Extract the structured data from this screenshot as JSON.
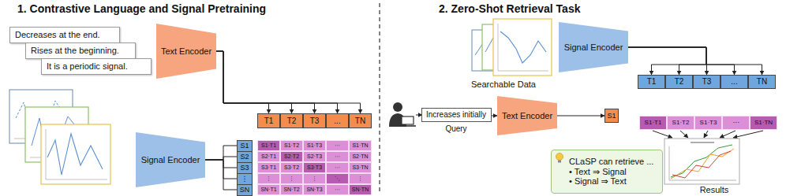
{
  "diagram": {
    "nodes": [
      {
        "text": [
          "Decreases at the end."
        ]
      },
      {
        "text": [
          "Rises at the beginning."
        ]
      },
      {
        "text": [
          "It is a periodic signal."
        ]
      },
      {
        "text": [
          "Text Encoder"
        ]
      },
      {
        "text": [
          "T1"
        ]
      },
      {
        "text": [
          "T2"
        ]
      },
      {
        "text": [
          "T3"
        ]
      },
      {
        "text": [
          "..."
        ]
      },
      {
        "text": [
          "TN"
        ]
      },
      {
        "text": [
          "Signal Encoder"
        ]
      },
      {
        "text": [
          "S1"
        ]
      },
      {
        "text": [
          "S2"
        ]
      },
      {
        "text": [
          "S3"
        ]
      },
      {
        "text": [
          "⋮"
        ]
      },
      {
        "text": [
          "SN"
        ]
      },
      {
        "text": [
          "Signal Encoder"
        ]
      },
      {
        "text": [
          "T1"
        ]
      },
      {
        "text": [
          "T2"
        ]
      },
      {
        "text": [
          "T3"
        ]
      },
      {
        "text": [
          "..."
        ]
      },
      {
        "text": [
          "TN"
        ]
      },
      {
        "text": [
          "Increases initially"
        ]
      },
      {
        "text": [
          "Text Encoder"
        ]
      },
      {
        "text": [
          "S1"
        ]
      },
      {
        "text": [
          "CLaSP can retrieve ...",
          "• Text ⇒ Signal",
          "• Signal ⇒ Text"
        ]
      }
    ],
    "edges": [
      {
        "from": 3,
        "to": 4,
        "arrow": "to"
      },
      {
        "from": 3,
        "to": 5,
        "arrow": "to"
      },
      {
        "from": 3,
        "to": 6,
        "arrow": "to"
      },
      {
        "from": 3,
        "to": 7,
        "arrow": "to"
      },
      {
        "from": 3,
        "to": 8,
        "arrow": "to"
      },
      {
        "from": 9,
        "to": 10,
        "arrow": "none"
      },
      {
        "from": 9,
        "to": 11,
        "arrow": "none"
      },
      {
        "from": 9,
        "to": 12,
        "arrow": "none"
      },
      {
        "from": 9,
        "to": 13,
        "arrow": "none"
      },
      {
        "from": 9,
        "to": 14,
        "arrow": "none"
      },
      {
        "from": 15,
        "to": 16,
        "arrow": "to"
      },
      {
        "from": 15,
        "to": 17,
        "arrow": "to"
      },
      {
        "from": 15,
        "to": 18,
        "arrow": "to"
      },
      {
        "from": 15,
        "to": 19,
        "arrow": "to"
      },
      {
        "from": 15,
        "to": 20,
        "arrow": "to"
      },
      {
        "from": 21,
        "to": 22,
        "arrow": "to"
      },
      {
        "from": 22,
        "to": 23,
        "arrow": "to"
      }
    ],
    "labels": [
      "1. Contrastive Language and Signal Pretraining",
      "2. Zero-Shot Retrieval Task",
      "S1·T1",
      "S1·T2",
      "S1·T3",
      "⋯",
      "S1·TN",
      "S2·T1",
      "S2·T2",
      "S2·T3",
      "⋯",
      "S2·TN",
      "S3·T1",
      "S3·T2",
      "S3·T3",
      "⋯",
      "S3·TN",
      "⋮",
      "⋮",
      "⋮",
      "⋱",
      "⋮",
      "SN·T1",
      "SN·T2",
      "SN·T3",
      "⋯",
      "SN·TN",
      "Searchable Data",
      "Query",
      "S1·T1",
      "S1·T2",
      "S1·T3",
      "⋯",
      "S1·TN",
      "Results"
    ]
  }
}
